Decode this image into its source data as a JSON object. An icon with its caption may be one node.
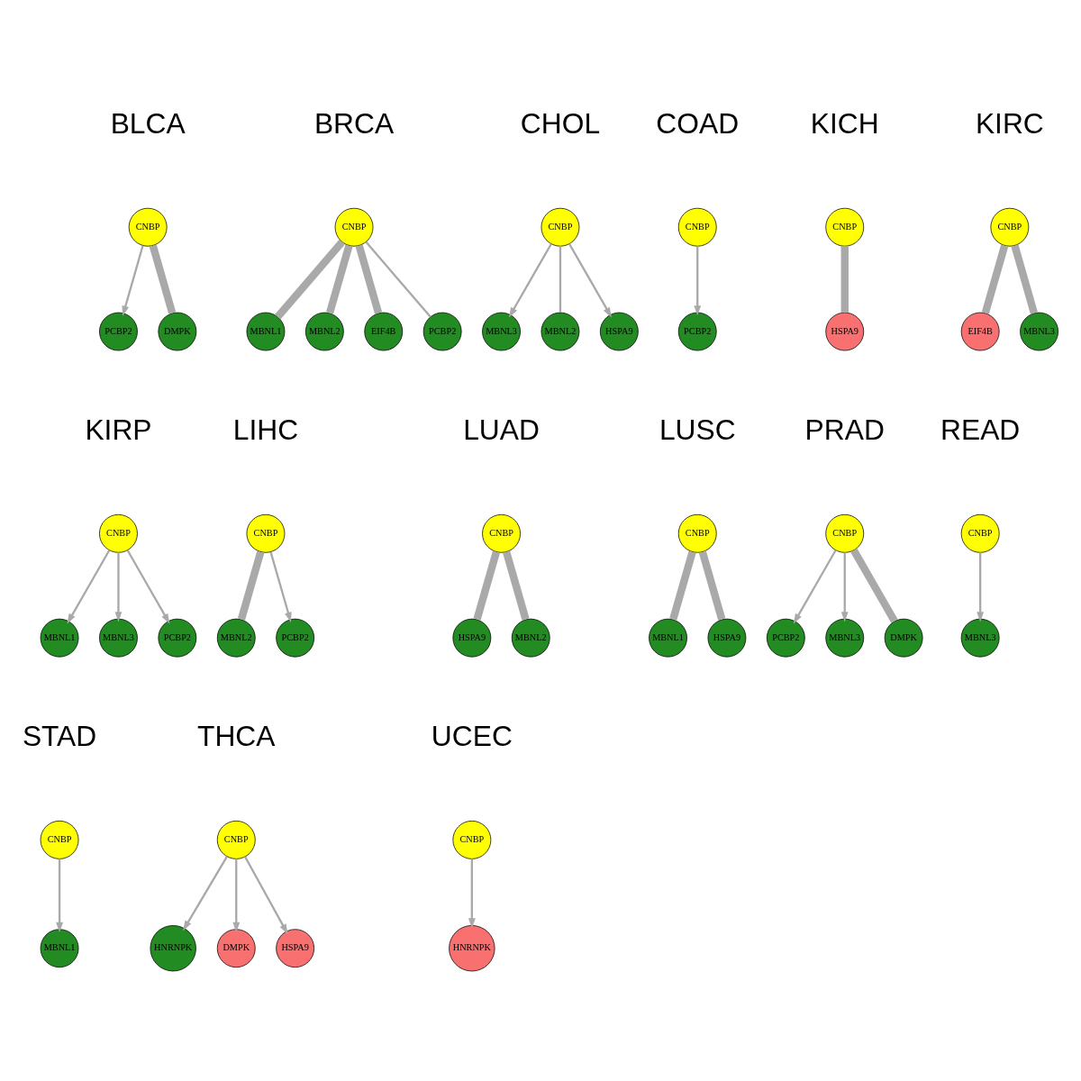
{
  "diagram": {
    "nodes": [
      {
        "text": [
          "PCBP2"
        ]
      },
      {
        "text": [
          "CNBP"
        ]
      },
      {
        "text": [
          "DMPK"
        ]
      },
      {
        "text": [
          "MBNL1"
        ]
      },
      {
        "text": [
          "MBNL2"
        ]
      },
      {
        "text": [
          "CNBP"
        ]
      },
      {
        "text": [
          "EIF4B"
        ]
      },
      {
        "text": [
          "PCBP2"
        ]
      },
      {
        "text": [
          "MBNL3"
        ]
      },
      {
        "text": [
          "MBNL2"
        ]
      },
      {
        "text": [
          "CNBP"
        ]
      },
      {
        "text": [
          "HSPA9"
        ]
      },
      {
        "text": [
          "PCBP2"
        ]
      },
      {
        "text": [
          "CNBP"
        ]
      },
      {
        "text": [
          "CNBP"
        ]
      },
      {
        "text": [
          "HSPA9"
        ]
      },
      {
        "text": [
          "EIF4B"
        ]
      },
      {
        "text": [
          "CNBP"
        ]
      },
      {
        "text": [
          "MBNL3"
        ]
      },
      {
        "text": [
          "MBNL1"
        ]
      },
      {
        "text": [
          "MBNL3"
        ]
      },
      {
        "text": [
          "CNBP"
        ]
      },
      {
        "text": [
          "PCBP2"
        ]
      },
      {
        "text": [
          "MBNL2"
        ]
      },
      {
        "text": [
          "CNBP"
        ]
      },
      {
        "text": [
          "PCBP2"
        ]
      },
      {
        "text": [
          "HSPA9"
        ]
      },
      {
        "text": [
          "CNBP"
        ]
      },
      {
        "text": [
          "MBNL2"
        ]
      },
      {
        "text": [
          "MBNL1"
        ]
      },
      {
        "text": [
          "CNBP"
        ]
      },
      {
        "text": [
          "HSPA9"
        ]
      },
      {
        "text": [
          "PCBP2"
        ]
      },
      {
        "text": [
          "CNBP"
        ]
      },
      {
        "text": [
          "MBNL3"
        ]
      },
      {
        "text": [
          "DMPK"
        ]
      },
      {
        "text": [
          "MBNL3"
        ]
      },
      {
        "text": [
          "CNBP"
        ]
      },
      {
        "text": [
          "MBNL1"
        ]
      },
      {
        "text": [
          "CNBP"
        ]
      },
      {
        "text": [
          "HNRNPK"
        ]
      },
      {
        "text": [
          "CNBP"
        ]
      },
      {
        "text": [
          "DMPK"
        ]
      },
      {
        "text": [
          "HSPA9"
        ]
      },
      {
        "text": [
          "CNBP"
        ]
      },
      {
        "text": [
          "HNRNPK"
        ]
      }
    ],
    "edges": [
      {
        "from": 1,
        "to": 0,
        "arrow": "to"
      },
      {
        "from": 1,
        "to": 2,
        "arrow": "none",
        "style": "thick"
      },
      {
        "from": 5,
        "to": 3,
        "arrow": "none",
        "style": "thick"
      },
      {
        "from": 5,
        "to": 4,
        "arrow": "none",
        "style": "thick"
      },
      {
        "from": 5,
        "to": 6,
        "arrow": "none",
        "style": "thick"
      },
      {
        "from": 5,
        "to": 7,
        "arrow": "none"
      },
      {
        "from": 10,
        "to": 8,
        "arrow": "to"
      },
      {
        "from": 10,
        "to": 9,
        "arrow": "none"
      },
      {
        "from": 10,
        "to": 11,
        "arrow": "to"
      },
      {
        "from": 13,
        "to": 12,
        "arrow": "to"
      },
      {
        "from": 14,
        "to": 15,
        "arrow": "none",
        "style": "thick"
      },
      {
        "from": 17,
        "to": 16,
        "arrow": "none",
        "style": "thick"
      },
      {
        "from": 17,
        "to": 18,
        "arrow": "none",
        "style": "thick"
      },
      {
        "from": 21,
        "to": 19,
        "arrow": "to"
      },
      {
        "from": 21,
        "to": 20,
        "arrow": "to"
      },
      {
        "from": 21,
        "to": 22,
        "arrow": "to"
      },
      {
        "from": 24,
        "to": 23,
        "arrow": "none",
        "style": "thick"
      },
      {
        "from": 24,
        "to": 25,
        "arrow": "to"
      },
      {
        "from": 27,
        "to": 26,
        "arrow": "none",
        "style": "thick"
      },
      {
        "from": 27,
        "to": 28,
        "arrow": "none",
        "style": "thick"
      },
      {
        "from": 30,
        "to": 29,
        "arrow": "none",
        "style": "thick"
      },
      {
        "from": 30,
        "to": 31,
        "arrow": "none",
        "style": "thick"
      },
      {
        "from": 33,
        "to": 32,
        "arrow": "to"
      },
      {
        "from": 33,
        "to": 34,
        "arrow": "to"
      },
      {
        "from": 33,
        "to": 35,
        "arrow": "none",
        "style": "thick"
      },
      {
        "from": 37,
        "to": 36,
        "arrow": "to"
      },
      {
        "from": 39,
        "to": 38,
        "arrow": "to"
      },
      {
        "from": 41,
        "to": 40,
        "arrow": "to"
      },
      {
        "from": 41,
        "to": 42,
        "arrow": "to"
      },
      {
        "from": 41,
        "to": 43,
        "arrow": "to"
      },
      {
        "from": 44,
        "to": 45,
        "arrow": "to"
      }
    ],
    "labels": [
      "BLCA",
      "BRCA",
      "CHOL",
      "COAD",
      "KICH",
      "KIRC",
      "KIRP",
      "LIHC",
      "LUAD",
      "LUSC",
      "PRAD",
      "READ",
      "STAD",
      "THCA",
      "UCEC"
    ]
  }
}
